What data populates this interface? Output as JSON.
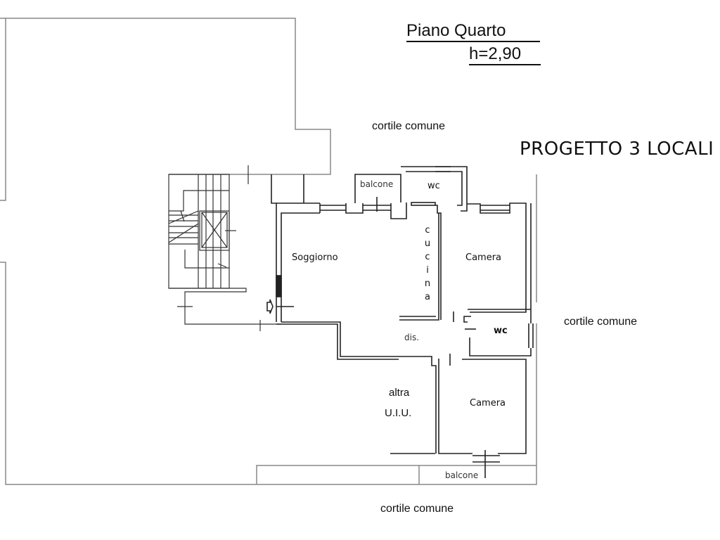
{
  "header": {
    "floor_title": "Piano  Quarto",
    "height_label": "h=2,90",
    "project_label": "PROGETTO 3 LOCALI"
  },
  "surroundings": {
    "cortile_top": "cortile   comune",
    "cortile_right": "cortile   comune",
    "cortile_bottom": "cortile   comune"
  },
  "rooms": {
    "soggiorno": "Soggiorno",
    "cucina_letters": [
      "c",
      "u",
      "c",
      "i",
      "n",
      "a"
    ],
    "camera_top": "Camera",
    "wc_top": "wc",
    "wc_right": "wc",
    "disimpegno": "dis.",
    "camera_bottom": "Camera",
    "balcone_top": "balcone",
    "balcone_bottom": "balcone",
    "altra_line1": "altra",
    "altra_line2": "U.I.U."
  },
  "colors": {
    "wall": "#222222",
    "outline": "#888888",
    "background": "#ffffff"
  }
}
